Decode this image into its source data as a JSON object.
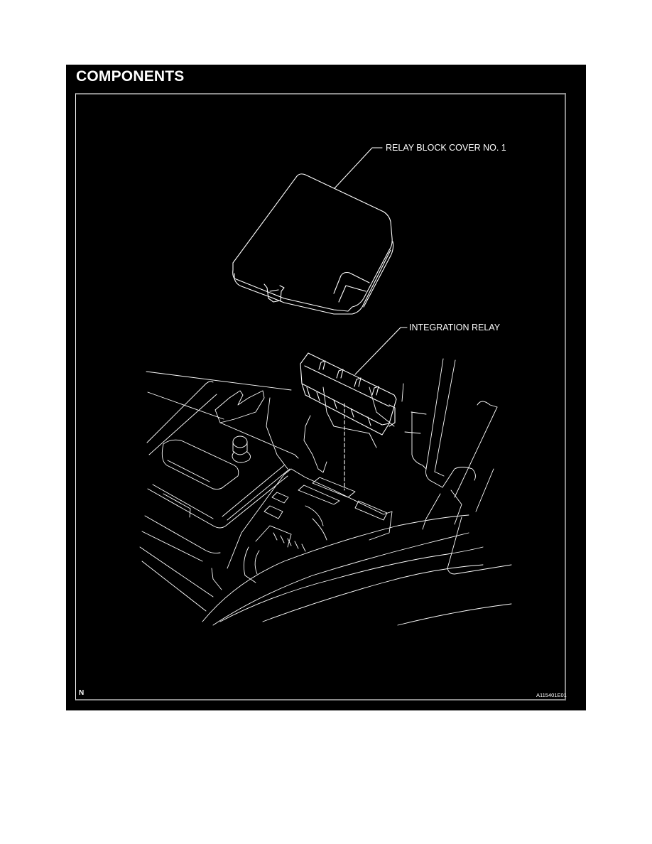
{
  "section": {
    "title": "COMPONENTS"
  },
  "figure": {
    "callouts": [
      {
        "label": "RELAY BLOCK COVER NO. 1"
      },
      {
        "label": "INTEGRATION RELAY"
      }
    ],
    "orientation_mark": "N",
    "figure_id": "A115401E01"
  },
  "colors": {
    "background": "#000000",
    "line_art": "#ffffff",
    "frame_border": "#8a8a8a",
    "page": "#ffffff"
  }
}
